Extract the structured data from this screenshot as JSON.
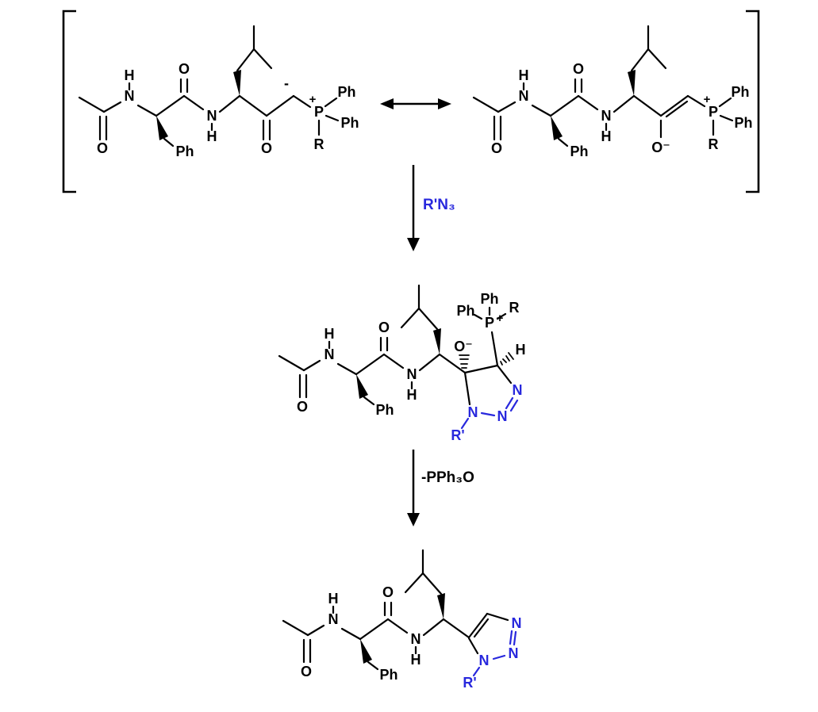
{
  "diagram": {
    "colors": {
      "bond_black": "#000000",
      "azide_blue": "#2828dd",
      "background": "#ffffff"
    },
    "step1": {
      "reagent": "R'N₃"
    },
    "step2": {
      "reagent": "-PPh₃O"
    }
  },
  "structA": {
    "atoms": {
      "h1": "H",
      "n1": "N",
      "o1": "O",
      "o2": "O",
      "n2": "N",
      "h2": "H",
      "ph1": "Ph",
      "o3": "O",
      "minus": "-",
      "plus": "+",
      "p": "P",
      "ph2": "Ph",
      "ph3": "Ph",
      "r": "R"
    }
  },
  "structB": {
    "atoms": {
      "h1": "H",
      "n1": "N",
      "o1": "O",
      "o2": "O",
      "n2": "N",
      "h2": "H",
      "ph1": "Ph",
      "ominus": "O⁻",
      "plus": "+",
      "p": "P",
      "ph2": "Ph",
      "ph3": "Ph",
      "r": "R"
    }
  },
  "structC": {
    "atoms": {
      "h1": "H",
      "n1": "N",
      "o1": "O",
      "o2": "O",
      "n2": "N",
      "h2": "H",
      "ph1": "Ph",
      "ominus": "O⁻",
      "h3": "H",
      "plus": "+",
      "p": "P",
      "phtop": "Ph",
      "phleft": "Ph",
      "r": "R",
      "ringN1": "N",
      "ringN2": "N",
      "ringN3": "N",
      "rprime": "R'"
    }
  },
  "structD": {
    "atoms": {
      "h1": "H",
      "n1": "N",
      "o1": "O",
      "o2": "O",
      "n2": "N",
      "h2": "H",
      "ph1": "Ph",
      "ringN1": "N",
      "ringN2": "N",
      "ringN3": "N",
      "rprime": "R'"
    }
  }
}
